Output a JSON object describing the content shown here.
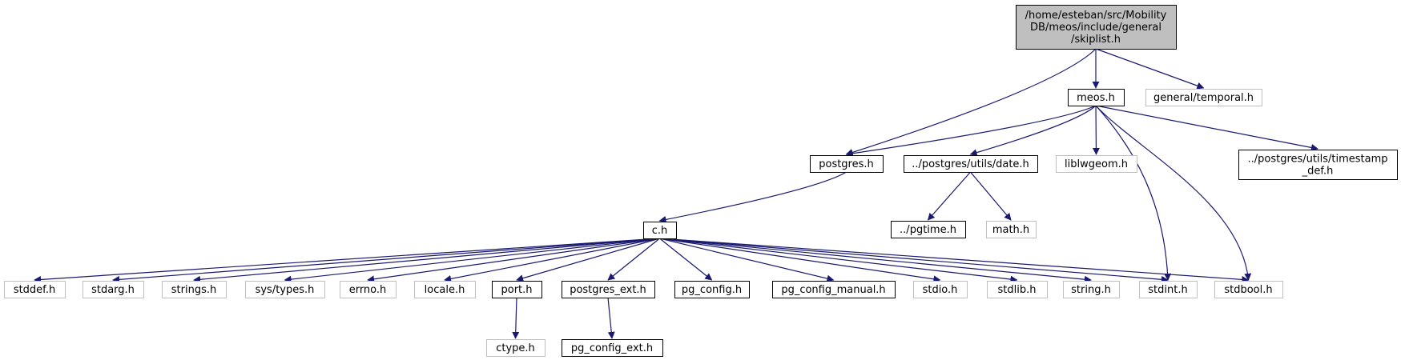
{
  "diagram": {
    "type": "include-dependency-graph",
    "colors": {
      "edge": "#191970",
      "root_fill": "#bfbfbf",
      "root_border": "#000000",
      "documented_border": "#000000",
      "external_border": "#bfbfbf",
      "external_text": "#555555",
      "background": "#ffffff"
    },
    "nodes": [
      {
        "id": "root",
        "lines": [
          "/home/esteban/src/Mobility",
          "DB/meos/include/general",
          "/skiplist.h"
        ],
        "kind": "root"
      },
      {
        "id": "meos",
        "lines": [
          "meos.h"
        ],
        "kind": "documented"
      },
      {
        "id": "temporal",
        "lines": [
          "general/temporal.h"
        ],
        "kind": "external"
      },
      {
        "id": "postgres",
        "lines": [
          "postgres.h"
        ],
        "kind": "documented"
      },
      {
        "id": "date",
        "lines": [
          "../postgres/utils/date.h"
        ],
        "kind": "documented"
      },
      {
        "id": "liblwgeom",
        "lines": [
          "liblwgeom.h"
        ],
        "kind": "external"
      },
      {
        "id": "timestamp",
        "lines": [
          "../postgres/utils/timestamp",
          "_def.h"
        ],
        "kind": "documented"
      },
      {
        "id": "ch",
        "lines": [
          "c.h"
        ],
        "kind": "documented"
      },
      {
        "id": "pgtime",
        "lines": [
          "../pgtime.h"
        ],
        "kind": "documented"
      },
      {
        "id": "math",
        "lines": [
          "math.h"
        ],
        "kind": "external"
      },
      {
        "id": "stddef",
        "lines": [
          "stddef.h"
        ],
        "kind": "external"
      },
      {
        "id": "stdarg",
        "lines": [
          "stdarg.h"
        ],
        "kind": "external"
      },
      {
        "id": "strings",
        "lines": [
          "strings.h"
        ],
        "kind": "external"
      },
      {
        "id": "systypes",
        "lines": [
          "sys/types.h"
        ],
        "kind": "external"
      },
      {
        "id": "errno",
        "lines": [
          "errno.h"
        ],
        "kind": "external"
      },
      {
        "id": "locale",
        "lines": [
          "locale.h"
        ],
        "kind": "external"
      },
      {
        "id": "port",
        "lines": [
          "port.h"
        ],
        "kind": "documented"
      },
      {
        "id": "pgext",
        "lines": [
          "postgres_ext.h"
        ],
        "kind": "documented"
      },
      {
        "id": "pgconfig",
        "lines": [
          "pg_config.h"
        ],
        "kind": "documented"
      },
      {
        "id": "pgconfigmanual",
        "lines": [
          "pg_config_manual.h"
        ],
        "kind": "documented"
      },
      {
        "id": "stdio",
        "lines": [
          "stdio.h"
        ],
        "kind": "external"
      },
      {
        "id": "stdlib",
        "lines": [
          "stdlib.h"
        ],
        "kind": "external"
      },
      {
        "id": "string",
        "lines": [
          "string.h"
        ],
        "kind": "external"
      },
      {
        "id": "stdint",
        "lines": [
          "stdint.h"
        ],
        "kind": "external"
      },
      {
        "id": "stdbool",
        "lines": [
          "stdbool.h"
        ],
        "kind": "external"
      },
      {
        "id": "ctype",
        "lines": [
          "ctype.h"
        ],
        "kind": "external"
      },
      {
        "id": "pgconfigext",
        "lines": [
          "pg_config_ext.h"
        ],
        "kind": "documented"
      }
    ],
    "edges": [
      {
        "from": "root",
        "to": "postgres"
      },
      {
        "from": "root",
        "to": "meos"
      },
      {
        "from": "root",
        "to": "temporal"
      },
      {
        "from": "meos",
        "to": "postgres"
      },
      {
        "from": "meos",
        "to": "date"
      },
      {
        "from": "meos",
        "to": "liblwgeom"
      },
      {
        "from": "meos",
        "to": "timestamp"
      },
      {
        "from": "meos",
        "to": "stdint"
      },
      {
        "from": "meos",
        "to": "stdbool"
      },
      {
        "from": "postgres",
        "to": "ch"
      },
      {
        "from": "date",
        "to": "pgtime"
      },
      {
        "from": "date",
        "to": "math"
      },
      {
        "from": "ch",
        "to": "stddef"
      },
      {
        "from": "ch",
        "to": "stdarg"
      },
      {
        "from": "ch",
        "to": "strings"
      },
      {
        "from": "ch",
        "to": "systypes"
      },
      {
        "from": "ch",
        "to": "errno"
      },
      {
        "from": "ch",
        "to": "locale"
      },
      {
        "from": "ch",
        "to": "port"
      },
      {
        "from": "ch",
        "to": "pgext"
      },
      {
        "from": "ch",
        "to": "pgconfig"
      },
      {
        "from": "ch",
        "to": "pgconfigmanual"
      },
      {
        "from": "ch",
        "to": "stdio"
      },
      {
        "from": "ch",
        "to": "stdlib"
      },
      {
        "from": "ch",
        "to": "string"
      },
      {
        "from": "ch",
        "to": "stdint"
      },
      {
        "from": "ch",
        "to": "stdbool"
      },
      {
        "from": "port",
        "to": "ctype"
      },
      {
        "from": "pgext",
        "to": "pgconfigext"
      }
    ]
  }
}
